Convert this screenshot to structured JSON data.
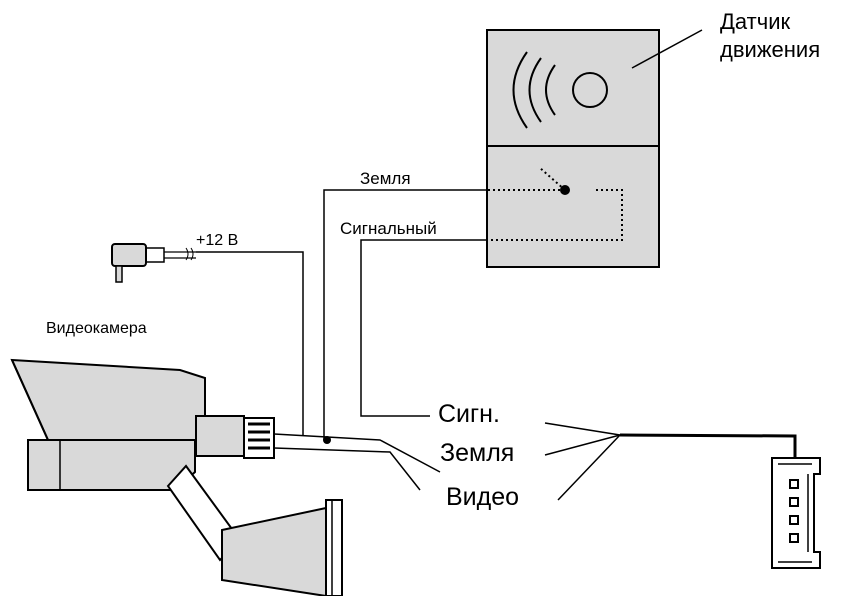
{
  "labels": {
    "motion_sensor_line1": "Датчик",
    "motion_sensor_line2": "движения",
    "ground_top": "Земля",
    "signal_top": "Сигнальный",
    "power": "+12 В",
    "camera": "Видеокамера",
    "sig_short": "Сигн.",
    "ground_bottom": "Земля",
    "video": "Видео"
  },
  "colors": {
    "line": "#000000",
    "fill_gray": "#d9d9d9",
    "fill_white": "#ffffff"
  },
  "icons": {
    "sensor": "motion-sensor-icon",
    "plug": "power-plug-icon",
    "camera": "security-camera-icon",
    "connector": "four-pin-connector-icon"
  }
}
